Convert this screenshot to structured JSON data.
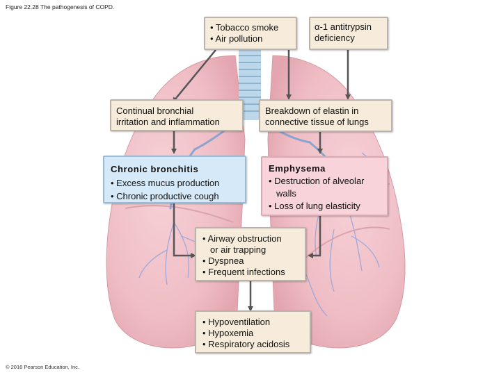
{
  "caption": "Figure 22.28 The pathogenesis of COPD.",
  "copyright": "© 2016 Pearson Education, Inc.",
  "colors": {
    "box_beige": "#f7ecdb",
    "box_blue": "#d6e9f8",
    "box_pink": "#f8d3da",
    "arrow": "#555555",
    "lung": "#efbcc4"
  },
  "boxes": {
    "causes": {
      "line1": "• Tobacco smoke",
      "line2": "• Air pollution"
    },
    "alpha": {
      "line1": "α-1 antitrypsin",
      "line2": "deficiency"
    },
    "irritation": {
      "line1": "Continual bronchial",
      "line2": "irritation and inflammation"
    },
    "elastin": {
      "line1": "Breakdown of elastin in",
      "line2": "connective tissue of lungs"
    },
    "bronchitis": {
      "title": "Chronic bronchitis",
      "line1": "• Excess mucus production",
      "line2": "• Chronic productive cough"
    },
    "emphysema": {
      "title": "Emphysema",
      "line1": "• Destruction of alveolar",
      "line1b": "walls",
      "line2": "• Loss of lung elasticity"
    },
    "obstruction": {
      "line1": "• Airway obstruction",
      "line1b": "or air trapping",
      "line2": "• Dyspnea",
      "line3": "• Frequent infections"
    },
    "outcome": {
      "line1": "• Hypoventilation",
      "line2": "• Hypoxemia",
      "line3": "• Respiratory acidosis"
    }
  }
}
